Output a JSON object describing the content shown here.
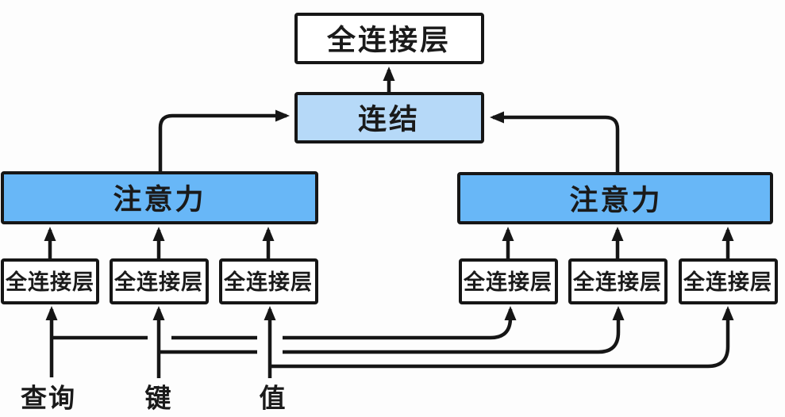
{
  "figure": {
    "output_layer": "全连接层",
    "concat": "连结",
    "attention": "注意力",
    "fc_layer": "全连接层",
    "inputs": {
      "query": "查询",
      "key": "键",
      "value": "值"
    }
  },
  "colors": {
    "background": "#FDFDFD",
    "border": "#161616",
    "line": "#161616",
    "text": "#1A1A1A",
    "attention_fill": "#68B7F7",
    "concat_fill": "#B6D9F8",
    "fc_fill": "#FFFFFF"
  }
}
